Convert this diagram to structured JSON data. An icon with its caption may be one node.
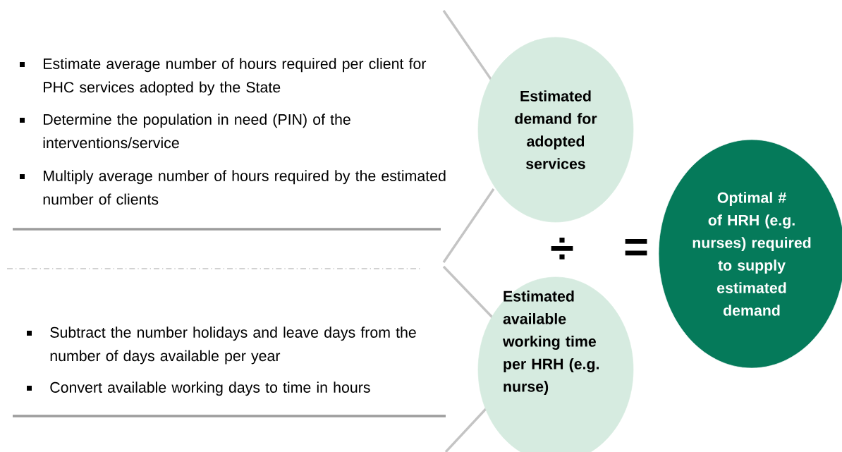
{
  "diagram": {
    "nodes": [
      {
        "text": [
          "Estimate average number of hours required per client for PHC services adopted by the State",
          "Determine the population in need (PIN) of the interventions/service",
          "Multiply average number of hours required by the estimated number of clients"
        ]
      },
      {
        "text": [
          "Estimated demand for adopted services"
        ]
      },
      {
        "text": [
          "Subtract the number holidays and leave days from the number of days available per year",
          "Convert available working days to time in hours"
        ]
      },
      {
        "text": [
          "Estimated available working time per HRH (e.g. nurse)"
        ]
      },
      {
        "text": [
          "Optimal # of HRH (e.g. nurses) required to supply estimated demand"
        ]
      }
    ],
    "labels": [
      "÷",
      "="
    ]
  }
}
